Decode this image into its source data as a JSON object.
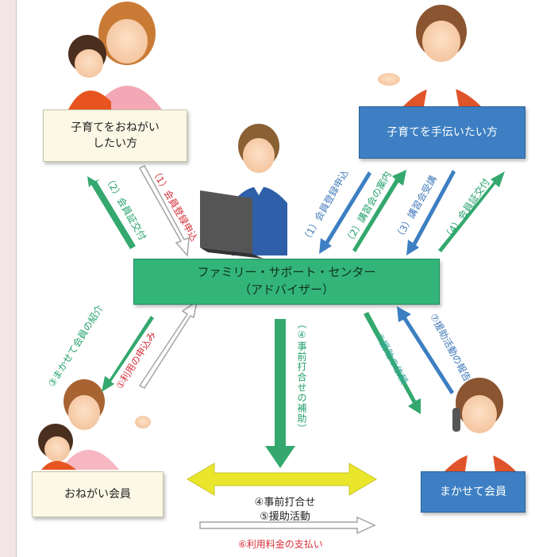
{
  "nodes": {
    "requester": "子育てをおねがい\nしたい方",
    "helper": "子育てを手伝いたい方",
    "center_line1": "ファミリー・サポート・センター",
    "center_line2": "（アドバイザー）",
    "onegai_member": "おねがい会員",
    "makasete_member": "まかせて会員"
  },
  "arrow_labels": {
    "req_register": "（1）会員登録申込",
    "req_card": "（2）会員証交付",
    "helper_register": "（1）会員登録申込",
    "helper_lecture_notice": "（2）講習会の案内",
    "helper_lecture_attend": "（3）講習会受講",
    "helper_card": "（4）会員証交付",
    "intro": "③まかせて会員の紹介",
    "apply_use": "①利用の申込み",
    "meeting_support": "（④事前打合せの補助）",
    "support_request": "②援助の依頼",
    "activity_report": "⑦援助活動の報告",
    "meeting": "④事前打合せ",
    "activity": "⑤援助活動",
    "payment": "⑥利用料金の支払い"
  },
  "colors": {
    "green_arrow": "#34a86e",
    "blue_arrow": "#3d7fc2",
    "outline_arrow": "#a4a4a4",
    "yellow_arrow": "#e9e62c",
    "center_box": "#33b57a",
    "helper_box": "#3d7fc2",
    "cream_box": "#fbf8e6"
  }
}
